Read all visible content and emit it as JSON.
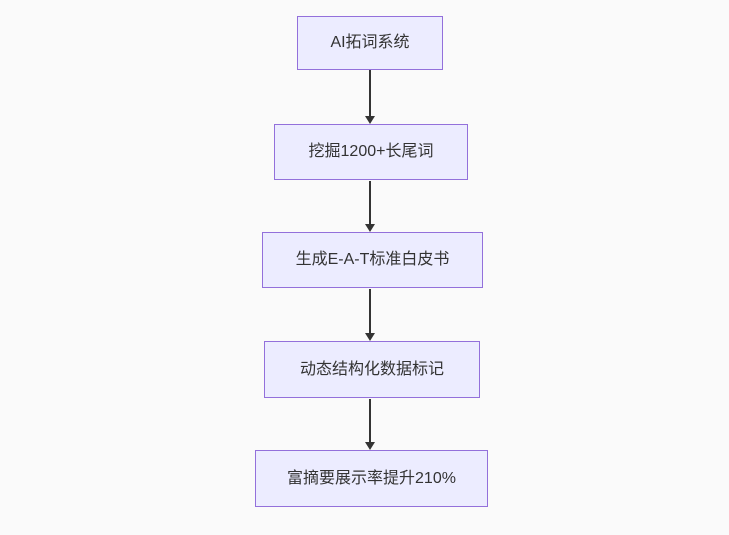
{
  "diagram": {
    "type": "flowchart",
    "direction": "top-down",
    "nodes": [
      {
        "id": "n1",
        "label": "AI拓词系统"
      },
      {
        "id": "n2",
        "label": "挖掘1200+长尾词"
      },
      {
        "id": "n3",
        "label": "生成E-A-T标准白皮书"
      },
      {
        "id": "n4",
        "label": "动态结构化数据标记"
      },
      {
        "id": "n5",
        "label": "富摘要展示率提升210%"
      }
    ],
    "edges": [
      {
        "from": "n1",
        "to": "n2"
      },
      {
        "from": "n2",
        "to": "n3"
      },
      {
        "from": "n3",
        "to": "n4"
      },
      {
        "from": "n4",
        "to": "n5"
      }
    ],
    "colors": {
      "node_fill": "#ECECFF",
      "node_border": "#9370DB",
      "text": "#333333",
      "arrow": "#333333",
      "background": "#fafafa"
    }
  }
}
